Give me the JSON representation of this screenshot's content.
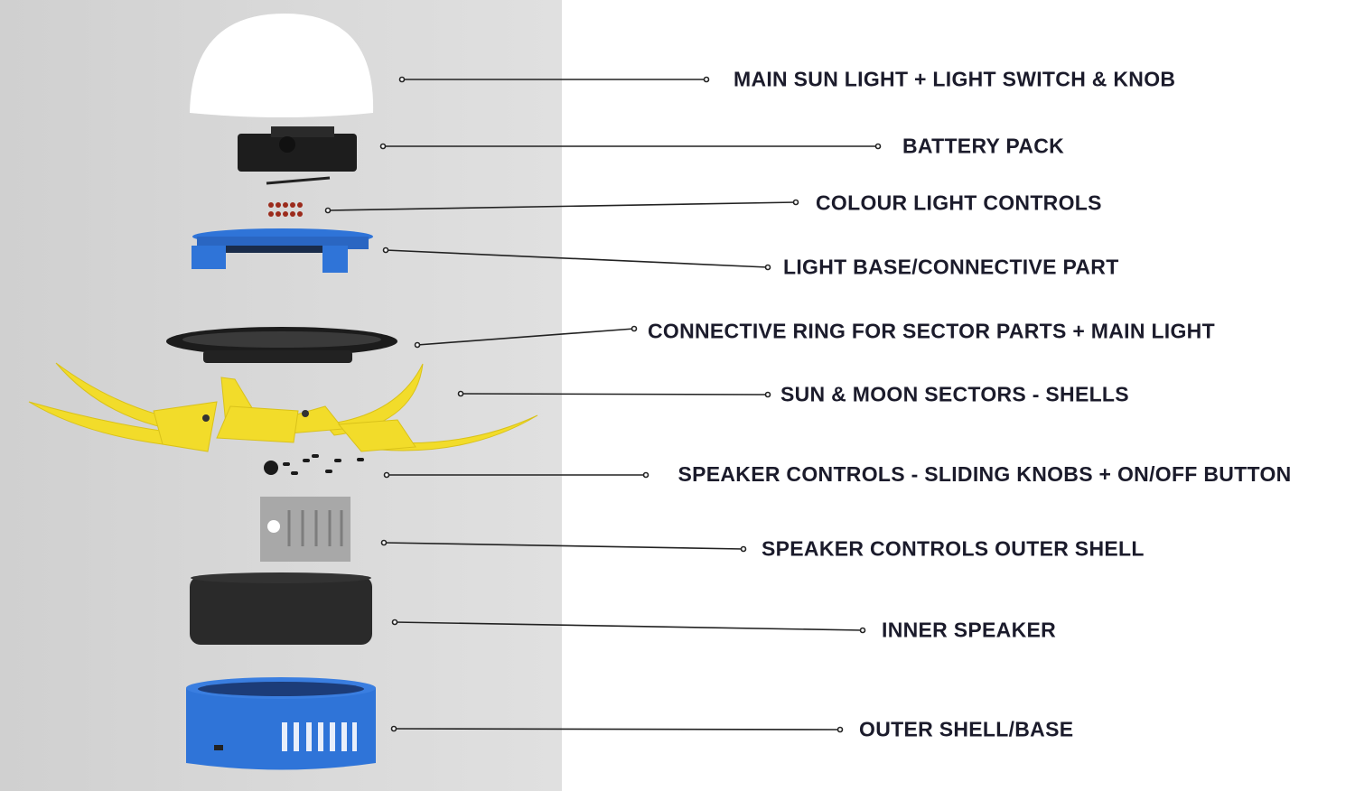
{
  "labels": [
    "MAIN SUN LIGHT + LIGHT SWITCH & KNOB",
    "BATTERY PACK",
    "COLOUR LIGHT CONTROLS",
    "LIGHT BASE/CONNECTIVE PART",
    "CONNECTIVE RING FOR SECTOR PARTS + MAIN LIGHT",
    "SUN & MOON SECTORS - SHELLS",
    "SPEAKER CONTROLS - SLIDING KNOBS + ON/OFF BUTTON",
    "SPEAKER CONTROLS OUTER SHELL",
    "INNER SPEAKER",
    "OUTER SHELL/BASE"
  ],
  "colors": {
    "blue": "#2f74d8",
    "yellow": "#f2dc2a",
    "dark": "#1e1e1e",
    "text": "#1b1b2b"
  }
}
